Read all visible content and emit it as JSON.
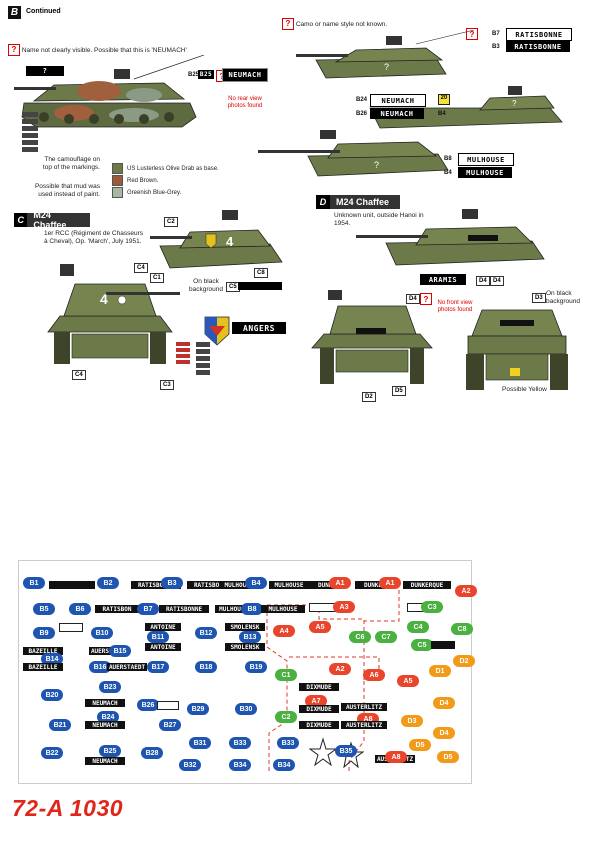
{
  "section_b": {
    "letter": "B",
    "title": "Continued",
    "note_neumach": "Name not clearly visible. Possible that this is 'NEUMACH'",
    "note_camo": "Camo or name style not known.",
    "no_rear": "No rear view photos found",
    "camo_text_1": "The camouflage on top of the markings.",
    "camo_text_2": "Possible that mud was used instead of paint.",
    "legend": [
      {
        "label": "US Lusterless Olive Drab as base.",
        "color": "#6d7a4a"
      },
      {
        "label": "Red Brown.",
        "color": "#9b5a3a"
      },
      {
        "label": "Greenish Blue-Grey.",
        "color": "#a9b8a4"
      }
    ],
    "plates": {
      "neumach": "NEUMACH",
      "ratisbonne": "RATISBONNE",
      "mulhouse": "MULHOUSE"
    },
    "codes": {
      "b25": "B25",
      "b7": "B7",
      "b3": "B3",
      "b24": "B24",
      "b26": "B26",
      "b4": "B4",
      "b8": "B8",
      "b20": "20"
    }
  },
  "section_c": {
    "letter": "C",
    "vehicle": "M24 Chaffee",
    "unit_text": "1er RCC (Régiment de Chasseurs à Cheval), Op. 'March', July 1951.",
    "turret_number": "4",
    "on_black": "On black background",
    "plate": "ANGERS",
    "codes": {
      "c1": "C1",
      "c2": "C2",
      "c3": "C3",
      "c4": "C4",
      "c5": "C5",
      "c8": "C8"
    }
  },
  "section_d": {
    "letter": "D",
    "vehicle": "M24 Chaffee",
    "unit_text": "Unknown unit, outside Hanoi in 1954.",
    "plate": "ARAMIS",
    "no_front": "No front view photos found",
    "on_black": "On black background",
    "possible_yellow": "Possible Yellow",
    "codes": {
      "d2": "D2",
      "d3": "D3",
      "d4": "D4",
      "d5": "D5"
    }
  },
  "sheet": {
    "blue": [
      "B1",
      "B2",
      "B3",
      "B4",
      "B5",
      "B6",
      "B7",
      "B8",
      "B9",
      "B10",
      "B11",
      "B12",
      "B13",
      "B14",
      "B15",
      "B16",
      "B17",
      "B18",
      "B19",
      "B20",
      "B21",
      "B22",
      "B23",
      "B24",
      "B25",
      "B26",
      "B27",
      "B28",
      "B29",
      "B30",
      "B31",
      "B32",
      "B33",
      "B34",
      "B35"
    ],
    "red": [
      "A1",
      "A1",
      "A2",
      "A3",
      "A4",
      "A5",
      "A5",
      "A6",
      "A7",
      "A8",
      "A8"
    ],
    "green": [
      "C1",
      "C2",
      "C3",
      "C4",
      "C5",
      "C6",
      "C7",
      "C8"
    ],
    "orange": [
      "D1",
      "D2",
      "D3",
      "D4",
      "D5",
      "D5"
    ],
    "names": {
      "ratisbonne": "RATISBONNE",
      "ratisbon": "RATISBON",
      "mulhouse": "MULHOUSE",
      "mulho": "MULHOU",
      "antoine": "ANTOINE",
      "smolensk": "SMOLENSK",
      "bazeille": "BAZEILLE",
      "auerst": "AUERSTAEDT",
      "neumach": "NEUMACH",
      "dunkerque": "DUNKERQUE",
      "dunke": "DUNKE",
      "dixmude": "DIXMUDE",
      "austerlitz": "AUSTERLITZ"
    }
  },
  "product_code": "72-A 1030"
}
